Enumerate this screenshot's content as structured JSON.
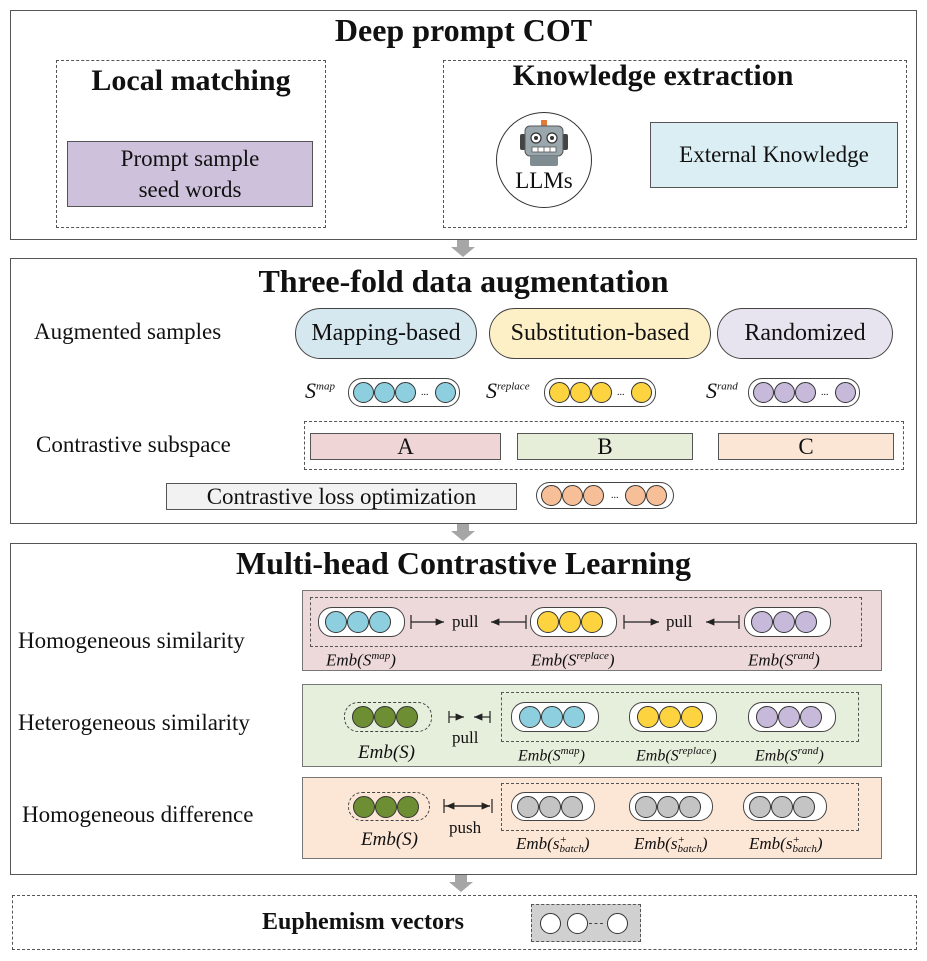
{
  "colors": {
    "purple_box": "#cdc1dc",
    "ext_knowledge": "#dbeef3",
    "blue_pill": "#d5e7ef",
    "yellow_pill": "#fdefc6",
    "lavender_pill": "#e7e3ef",
    "blue_dot": "#8ecfdf",
    "yellow_dot": "#fdd440",
    "lavender_dot": "#c7b9da",
    "box_a": "#efd5d5",
    "box_b": "#e6edd9",
    "box_c": "#fbe6d5",
    "orange_dot": "#f6bf98",
    "homo_sim_bg": "#eed9da",
    "hetero_sim_bg": "#e6eedc",
    "homo_diff_bg": "#fce6d6",
    "green_dot": "#6d8e32",
    "gray_dot": "#c4c4c4",
    "arrow_gray": "#a6a6a6"
  },
  "section1": {
    "title": "Deep prompt COT",
    "local_title": "Local matching",
    "prompt_box_line1": "Prompt sample",
    "prompt_box_line2": "seed words",
    "knowledge_title": "Knowledge extraction",
    "llm_label": "LLMs",
    "llm_icon": "robot-icon",
    "external_knowledge": "External Knowledge"
  },
  "section2": {
    "title": "Three-fold data augmentation",
    "augmented_label": "Augmented samples",
    "mapping": "Mapping-based",
    "substitution": "Substitution-based",
    "randomized": "Randomized",
    "s_base": "S",
    "s_map_sup": "map",
    "s_replace_sup": "replace",
    "s_rand_sup": "rand",
    "ellipsis": "...",
    "contrastive_subspace": "Contrastive subspace",
    "box_a": "A",
    "box_b": "B",
    "box_c": "C",
    "loss_label": "Contrastive loss optimization"
  },
  "section3": {
    "title": "Multi-head Contrastive Learning",
    "homo_sim_label": "Homogeneous similarity",
    "hetero_sim_label": "Heterogeneous similarity",
    "homo_diff_label": "Homogeneous difference",
    "pull": "pull",
    "push": "push",
    "emb_open": "Emb(",
    "emb_close": ")",
    "emb_s": "Emb(S)",
    "s": "S",
    "s_lower": "s",
    "sub_batch": "batch",
    "sup_plus": "+"
  },
  "section4": {
    "title": "Euphemism vectors"
  }
}
